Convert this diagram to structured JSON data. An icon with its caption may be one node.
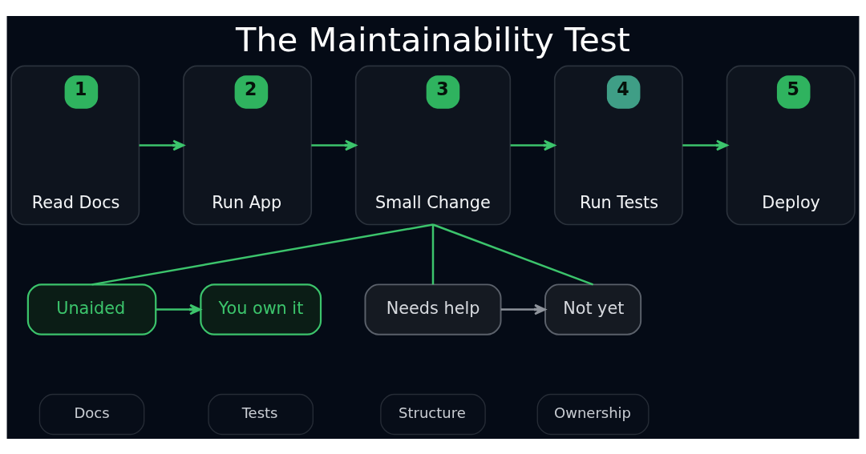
{
  "diagram": {
    "title": "The Maintainability Test",
    "nodes": [
      {
        "text": [
          "1",
          "Read Docs"
        ]
      },
      {
        "text": [
          "2",
          "Run App"
        ]
      },
      {
        "text": [
          "3",
          "Small Change"
        ]
      },
      {
        "text": [
          "4",
          "Run Tests"
        ]
      },
      {
        "text": [
          "5",
          "Deploy"
        ]
      },
      {
        "text": [
          "Unaided"
        ]
      },
      {
        "text": [
          "You own it"
        ]
      },
      {
        "text": [
          "Needs help"
        ]
      },
      {
        "text": [
          "Not yet"
        ]
      },
      {
        "text": [
          "Docs"
        ]
      },
      {
        "text": [
          "Tests"
        ]
      },
      {
        "text": [
          "Structure"
        ]
      },
      {
        "text": [
          "Ownership"
        ]
      }
    ],
    "edges": [
      {
        "from": 0,
        "to": 1,
        "arrow": "to"
      },
      {
        "from": 1,
        "to": 2,
        "arrow": "to"
      },
      {
        "from": 2,
        "to": 3,
        "arrow": "to"
      },
      {
        "from": 3,
        "to": 4,
        "arrow": "to"
      },
      {
        "from": 2,
        "to": 5,
        "arrow": "none"
      },
      {
        "from": 2,
        "to": 7,
        "arrow": "none"
      },
      {
        "from": 2,
        "to": 8,
        "arrow": "none"
      },
      {
        "from": 5,
        "to": 6,
        "arrow": "to"
      },
      {
        "from": 7,
        "to": 8,
        "arrow": "to",
        "color": "#8e939b"
      }
    ]
  }
}
